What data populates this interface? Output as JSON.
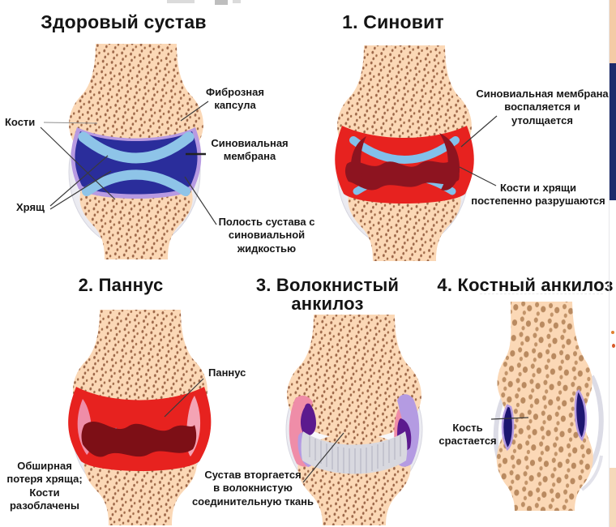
{
  "panels": {
    "healthy": {
      "title": "Здоровый сустав",
      "labels": {
        "bones": "Кости",
        "cartilage": "Хрящ",
        "fibrous_capsule": "Фиброзная\nкапсула",
        "synovial_membrane": "Синовиальная\nмембрана",
        "joint_cavity": "Полость сустава с\nсиновиальной жидкостью"
      }
    },
    "synovitis": {
      "title": "1. Синовит",
      "labels": {
        "membrane_inflamed": "Синовиальная мембрана\nвоспаляется и утолщается",
        "bones_cartilage_destroyed": "Кости и хрящи\nпостепенно разрушаются"
      }
    },
    "pannus": {
      "title": "2. Паннус",
      "labels": {
        "pannus": "Паннус",
        "cartilage_loss": "Обширная\nпотеря хряща;\nКости\nразоблачены"
      }
    },
    "fibrous_ankylosis": {
      "title": "3. Волокнистый анкилоз",
      "labels": {
        "fibrous_tissue": "Сустав вторгается\nв волокнистую\nсоединительную ткань"
      }
    },
    "bony_ankylosis": {
      "title": "4. Костный анкилоз",
      "labels": {
        "bone_fuses": "Кость\nсрастается"
      }
    }
  },
  "colors": {
    "bone": "#fbd8b6",
    "bone_dots": "#9c6648",
    "capsule_edge": "#d6d6e0",
    "cartilage": "#8ec4e8",
    "synovial_membrane": "#b79ae2",
    "joint_cavity": "#2a2d9b",
    "inflamed_membrane": "#e7221f",
    "pannus_tissue": "#8d1420",
    "fibrous_band": "#d8d8df",
    "dark_purple": "#5c1a8e",
    "navy_remnant": "#1d1670",
    "pink_membrane": "#ef8da8",
    "text": "#141414"
  }
}
